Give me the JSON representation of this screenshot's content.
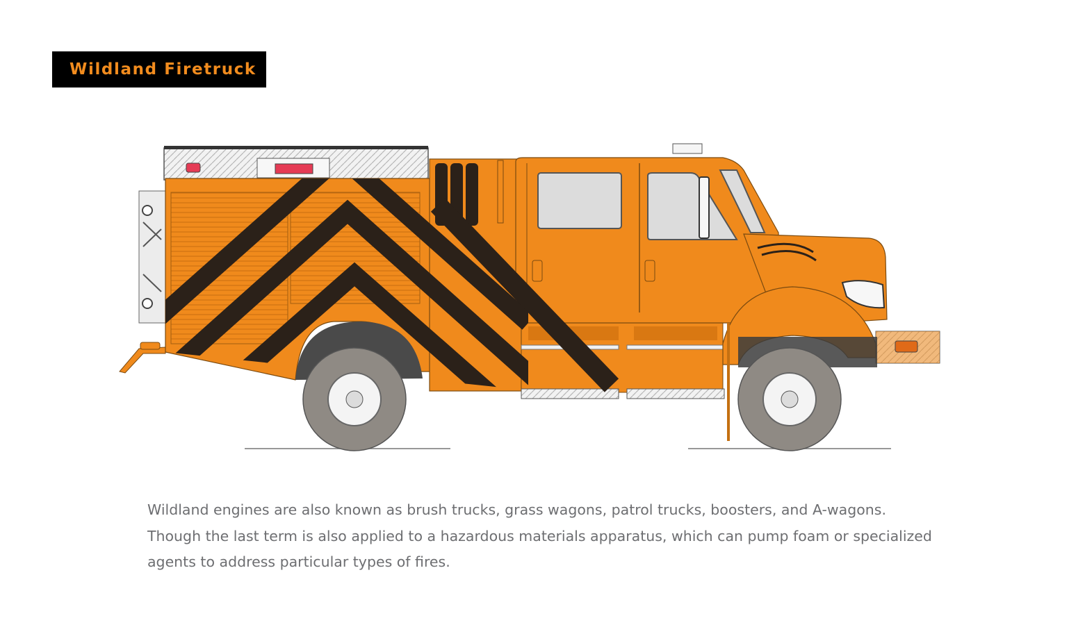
{
  "header": {
    "title": "Wildland Firetruck"
  },
  "illustration": {
    "subject": "firetruck-icon"
  },
  "description": {
    "lines": [
      "Wildland engines are also known as brush trucks, grass wagons, patrol trucks, boosters, and A-wagons.",
      "Though the last term is also applied to a hazardous materials apparatus, which can pump foam or specialized",
      "agents to address particular types of fires."
    ]
  },
  "colors": {
    "accent": "#f28c1e",
    "badge": "#000000",
    "stripe": "#2b2119",
    "tire": "#8f8a84",
    "text": "#6d6e71"
  }
}
